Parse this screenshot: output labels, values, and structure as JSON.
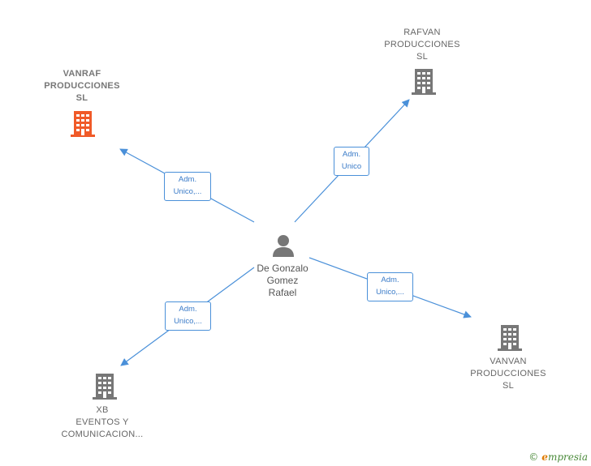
{
  "center": {
    "name_lines": [
      "De Gonzalo",
      "Gomez",
      "Rafael"
    ],
    "icon": "person-icon"
  },
  "companies": {
    "vanraf": {
      "lines": [
        "VANRAF",
        "PRODUCCIONES",
        "SL"
      ],
      "icon": "building-icon",
      "color": "#f05a28"
    },
    "rafvan": {
      "lines": [
        "RAFVAN",
        "PRODUCCIONES",
        "SL"
      ],
      "icon": "building-icon",
      "color": "#777777"
    },
    "vanvan": {
      "lines": [
        "VANVAN",
        "PRODUCCIONES",
        "SL"
      ],
      "icon": "building-icon",
      "color": "#777777"
    },
    "xb": {
      "lines": [
        "XB",
        "EVENTOS Y",
        "COMUNICACION..."
      ],
      "icon": "building-icon",
      "color": "#777777"
    }
  },
  "edges": {
    "vanraf": {
      "lines": [
        "Adm.",
        "Unico,..."
      ]
    },
    "rafvan": {
      "lines": [
        "Adm.",
        "Unico"
      ]
    },
    "vanvan": {
      "lines": [
        "Adm.",
        "Unico,..."
      ]
    },
    "xb": {
      "lines": [
        "Adm.",
        "Unico,..."
      ]
    }
  },
  "edge_color": "#4a90d9",
  "footer": {
    "copyright_symbol": "©",
    "brand_initial": "e",
    "brand_rest": "mpresia"
  }
}
